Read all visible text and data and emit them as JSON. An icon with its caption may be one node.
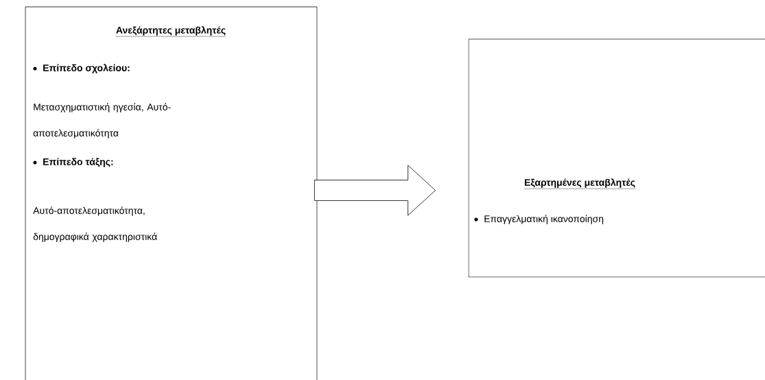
{
  "diagram": {
    "nodes": [
      {
        "text": [
          "Ανεξάρτητες μεταβλητές",
          "Επίπεδο σχολείου:",
          "Μετασχηματιστική ηγεσία, Αυτό-αποτελεσματικότητα",
          "Επίπεδο τάξης:",
          "Αυτό-αποτελεσματικότητα, δημογραφικά χαρακτηριστικά"
        ]
      },
      {
        "text": [
          "Εξαρτημένες μεταβλητές",
          "Επαγγελματική ικανοποίηση"
        ]
      }
    ],
    "edges": [
      {
        "from": 0,
        "to": 1,
        "arrow": "to"
      }
    ]
  }
}
